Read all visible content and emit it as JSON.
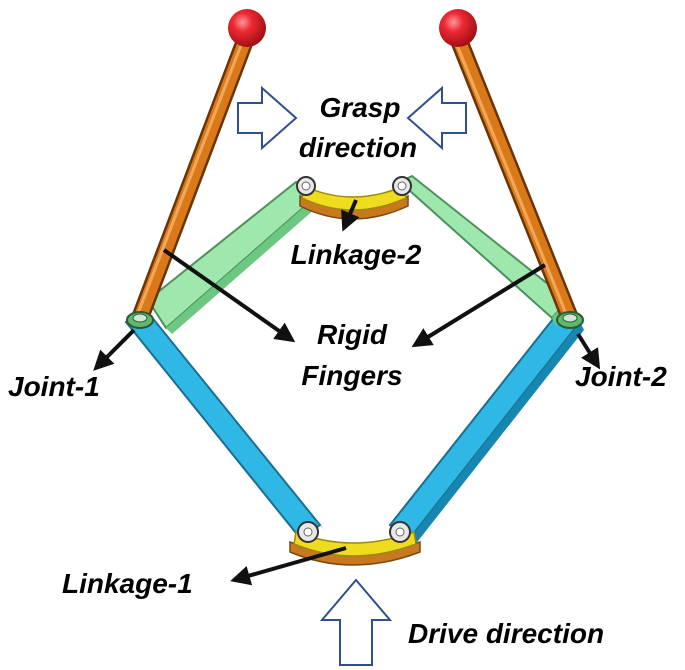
{
  "labels": {
    "grasp_line1": "Grasp",
    "grasp_line2": "direction",
    "linkage2": "Linkage-2",
    "rigid_line1": "Rigid",
    "rigid_line2": "Fingers",
    "joint1": "Joint-1",
    "joint2": "Joint-2",
    "linkage1": "Linkage-1",
    "drive": "Drive direction"
  },
  "colors": {
    "finger": "#d9791a",
    "finger_dark": "#8a4608",
    "ball": "#e8232e",
    "green_link": "#9ee8ae",
    "blue_link": "#2fb8e6",
    "yellow_link": "#f0dc1e",
    "bronze": "#c8781e",
    "arrow_outline": "#2f4f8f",
    "text": "#000000"
  }
}
